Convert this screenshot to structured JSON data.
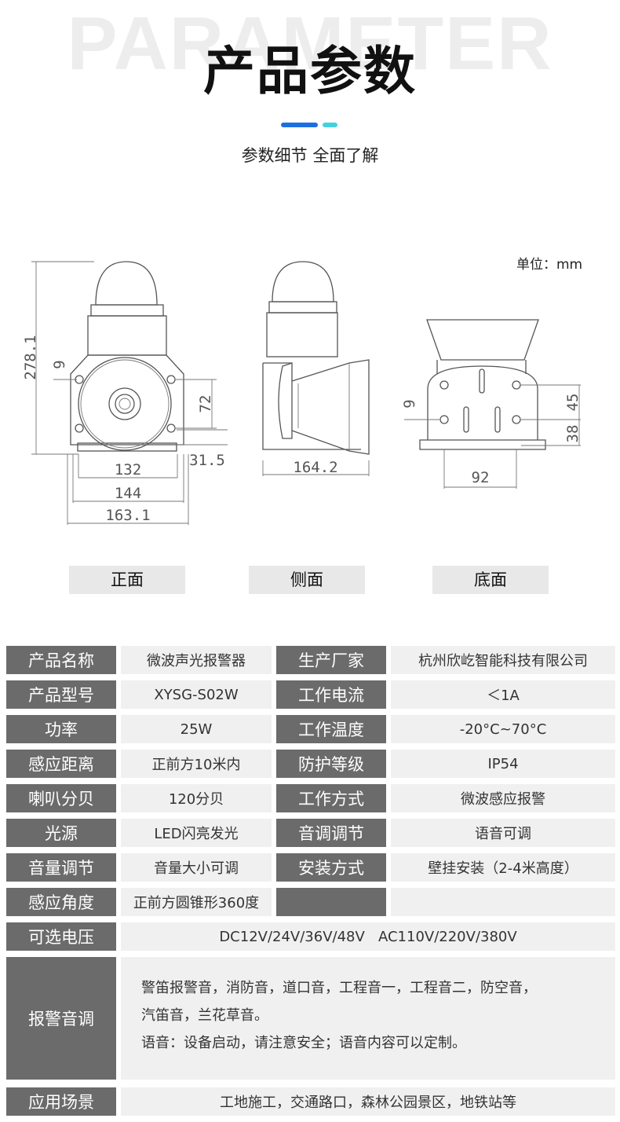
{
  "header": {
    "bg_word": "PARAMETER",
    "title": "产品参数",
    "subtitle": "参数细节 全面了解"
  },
  "accent_colors": {
    "blue": "#1d6fe0",
    "cyan": "#44d0e0"
  },
  "unit_label": "单位：mm",
  "dimensions": {
    "front": {
      "height": "278.1",
      "hole": "9",
      "v72": "72",
      "v31_5": "31.5",
      "w132": "132",
      "w144": "144",
      "w163_1": "163.1"
    },
    "side": {
      "w164_2": "164.2"
    },
    "bottom": {
      "hole": "9",
      "v45": "45",
      "v38": "38",
      "w92": "92"
    }
  },
  "views": {
    "front": "正面",
    "side": "侧面",
    "bottom": "底面"
  },
  "table": {
    "rows2": [
      {
        "l1": "产品名称",
        "v1": "微波声光报警器",
        "l2": "生产厂家",
        "v2": "杭州欣屹智能科技有限公司"
      },
      {
        "l1": "产品型号",
        "v1": "XYSG-S02W",
        "l2": "工作电流",
        "v2": "＜1A"
      },
      {
        "l1": "功率",
        "v1": "25W",
        "l2": "工作温度",
        "v2": "-20°C~70°C"
      },
      {
        "l1": "感应距离",
        "v1": "正前方10米内",
        "l2": "防护等级",
        "v2": "IP54"
      },
      {
        "l1": "喇叭分贝",
        "v1": "120分贝",
        "l2": "工作方式",
        "v2": "微波感应报警"
      },
      {
        "l1": "光源",
        "v1": "LED闪亮发光",
        "l2": "音调调节",
        "v2": "语音可调"
      },
      {
        "l1": "音量调节",
        "v1": "音量大小可调",
        "l2": "安装方式",
        "v2": "壁挂安装（2-4米高度）"
      },
      {
        "l1": "感应角度",
        "v1": "正前方圆锥形360度",
        "l2": "",
        "v2": ""
      }
    ],
    "voltage": {
      "label": "可选电压",
      "value": "DC12V/24V/36V/48V   AC110V/220V/380V"
    },
    "alarm": {
      "label": "报警音调",
      "line1": "警笛报警音，消防音，道口音，工程音一，工程音二，防空音，",
      "line2": "汽笛音，兰花草音。",
      "line3": "语音：设备启动，请注意安全；语音内容可以定制。"
    },
    "application": {
      "label": "应用场景",
      "value": "工地施工，交通路口，森林公园景区，地铁站等"
    }
  }
}
